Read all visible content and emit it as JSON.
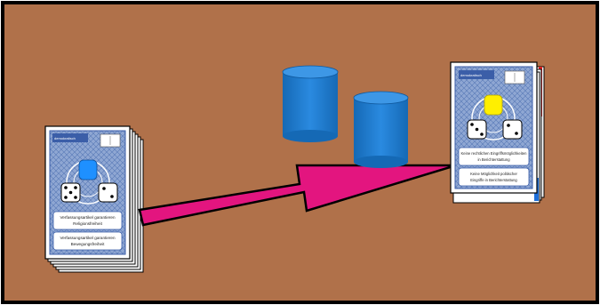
{
  "board": {
    "table_color": "#b0714a",
    "frame_color": "#000000"
  },
  "left_deck": {
    "brand": "demokratisch",
    "badge_text": "",
    "token_color": "#1e90ff",
    "dice": [
      "die-5",
      "die-2"
    ],
    "labels": [
      "Verfassungsartikel garantieren Religionsfreiheit",
      "Verfassungsartikel garantieren Bewegungsfreiheit"
    ]
  },
  "right_deck": {
    "brand": "demokratisch",
    "badge_text": "",
    "token_color": "#ffef00",
    "dice": [
      "die-3",
      "die-2"
    ],
    "edge_colors": [
      "#e01e1e",
      "#ffd400",
      "#1e6fd9"
    ],
    "labels": [
      "Keine rechtlichen Eingriffsmöglichkeiten in Berichterstattung",
      "Keine Möglichkeit politischer Eingriffe in Berichterstattung"
    ]
  },
  "cylinders": {
    "color": "#1e7fd2",
    "count": 2
  },
  "arrow": {
    "color": "#e3157f"
  }
}
